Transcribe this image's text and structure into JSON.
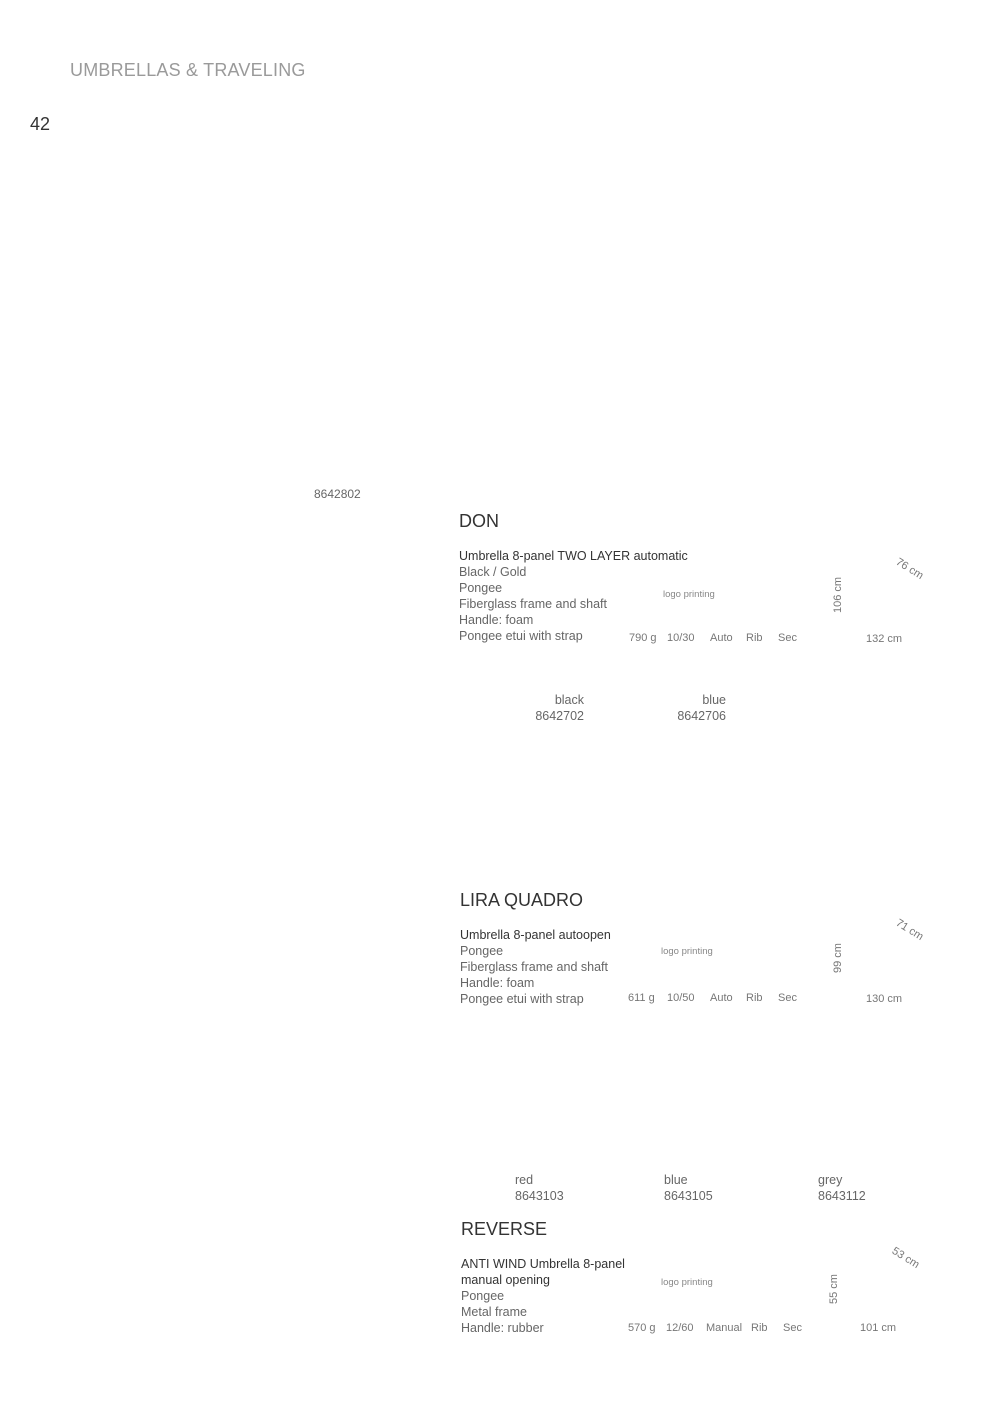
{
  "header": {
    "section_title": "UMBRELLAS & TRAVELING",
    "page_number": "42"
  },
  "top_product_code": "8642802",
  "products": [
    {
      "name": "DON",
      "description": [
        "Umbrella 8-panel TWO LAYER automatic",
        "Black / Gold",
        "Pongee",
        "Fiberglass frame and shaft",
        "Handle: foam",
        "Pongee etui with strap"
      ],
      "logo_printing": "logo printing",
      "specs": {
        "weight": "790 g",
        "pack": "10/30",
        "opening": "Auto",
        "rib": "Rib",
        "sec": "Sec"
      },
      "dimensions": {
        "length": "106 cm",
        "panel": "76 cm",
        "diameter": "132 cm"
      },
      "variants": [
        {
          "color": "black",
          "code": "8642702"
        },
        {
          "color": "blue",
          "code": "8642706"
        }
      ]
    },
    {
      "name": "LIRA QUADRO",
      "description": [
        "Umbrella 8-panel autoopen",
        "Pongee",
        "Fiberglass frame and shaft",
        "Handle: foam",
        "Pongee etui with strap"
      ],
      "logo_printing": "logo printing",
      "specs": {
        "weight": "611 g",
        "pack": "10/50",
        "opening": "Auto",
        "rib": "Rib",
        "sec": "Sec"
      },
      "dimensions": {
        "length": "99 cm",
        "panel": "71 cm",
        "diameter": "130 cm"
      },
      "variants": [
        {
          "color": "red",
          "code": "8643103"
        },
        {
          "color": "blue",
          "code": "8643105"
        },
        {
          "color": "grey",
          "code": "8643112"
        }
      ]
    },
    {
      "name": "REVERSE",
      "description": [
        "ANTI WIND Umbrella 8-panel",
        "manual opening",
        "Pongee",
        "Metal frame",
        "Handle: rubber"
      ],
      "logo_printing": "logo printing",
      "specs": {
        "weight": "570 g",
        "pack": "12/60",
        "opening": "Manual",
        "rib": "Rib",
        "sec": "Sec"
      },
      "dimensions": {
        "length": "55 cm",
        "panel": "53 cm",
        "diameter": "101 cm"
      }
    }
  ]
}
